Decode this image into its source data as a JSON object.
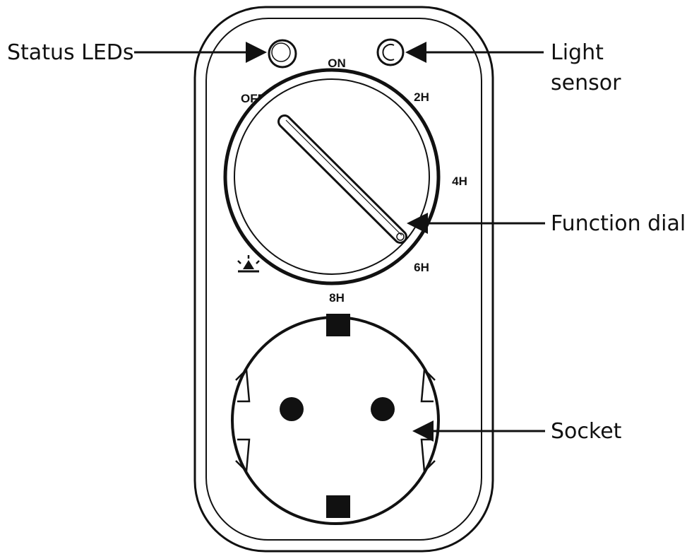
{
  "callouts": {
    "status_leds": "Status LEDs",
    "light_sensor_line1": "Light",
    "light_sensor_line2": "sensor",
    "function_dial": "Function dial",
    "socket": "Socket"
  },
  "dial_marks": {
    "on": "ON",
    "off": "OFF",
    "h2": "2H",
    "h4": "4H",
    "h6": "6H",
    "h8": "8H"
  },
  "icons": {
    "sun_symbol": "sunset-icon"
  }
}
